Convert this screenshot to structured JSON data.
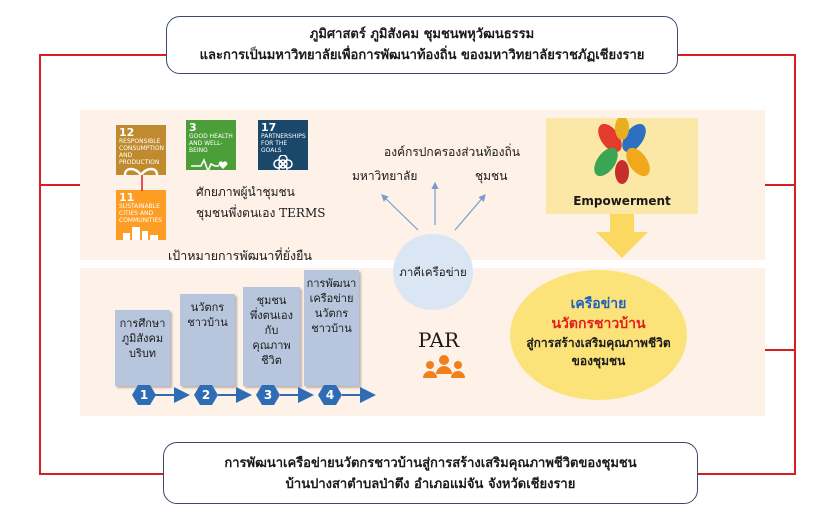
{
  "title_box": {
    "line1": "ภูมิศาสตร์ ภูมิสังคม ชุมชนพหุวัฒนธรรม",
    "line2": "และการเป็นมหาวิทยาลัยเพื่อการพัฒนาท้องถิ่น ของมหาวิทยาลัยราชภัฏเชียงราย"
  },
  "sdgs": [
    {
      "num": "12",
      "text": "RESPONSIBLE CONSUMPTION AND PRODUCTION",
      "color": "#bf8b2e",
      "icon": "infinity-icon"
    },
    {
      "num": "3",
      "text": "GOOD HEALTH AND WELL-BEING",
      "color": "#4c9f38",
      "icon": "heartbeat-icon"
    },
    {
      "num": "17",
      "text": "PARTNERSHIPS FOR THE GOALS",
      "color": "#19486a",
      "icon": "partnership-flower-icon"
    },
    {
      "num": "11",
      "text": "SUSTAINABLE CITIES AND COMMUNITIES",
      "color": "#fd9d24",
      "icon": "city-buildings-icon"
    }
  ],
  "potential": {
    "line1": "ศักยภาพผู้นำชุมชน",
    "line2": "ชุมชนพึ่งตนเอง TERMS"
  },
  "sdg_caption": "เป้าหมายการพัฒนาที่ยั่งยืน",
  "network": {
    "local_gov": "องค์กรปกครองส่วนท้องถิ่น",
    "university": "มหาวิทยาลัย",
    "community": "ชุมชน",
    "center": "ภาคีเครือข่าย"
  },
  "empowerment": {
    "label": "Empowerment",
    "icon": "joined-hands-icon"
  },
  "steps": [
    {
      "num": "1",
      "lines": [
        "การศึกษา",
        "ภูมิสังคม",
        "บริบท"
      ]
    },
    {
      "num": "2",
      "lines": [
        "นวัตกร",
        "ชาวบ้าน"
      ]
    },
    {
      "num": "3",
      "lines": [
        "ชุมชน",
        "พึ่งตนเอง",
        "กับ",
        "คุณภาพชีวิต"
      ]
    },
    {
      "num": "4",
      "lines": [
        "การพัฒนา",
        "เครือข่าย",
        "นวัตกร",
        "ชาวบ้าน"
      ]
    }
  ],
  "par": {
    "label": "PAR",
    "icon": "people-group-icon"
  },
  "circle": {
    "line1": "เครือข่าย",
    "line2": "นวัตกรชาวบ้าน",
    "line3": "สู่การสร้างเสริมคุณภาพชีวิต",
    "line4": "ของชุมชน"
  },
  "bottom_box": {
    "line1": "การพัฒนาเครือข่ายนวัตกรชาวบ้านสู่การสร้างเสริมคุณภาพชีวิตของชุมชน",
    "line2": "บ้านปางสาตำบลป่าตึง อำเภอแม่จัน จังหวัดเชียงราย"
  },
  "colors": {
    "red_connector": "#d42020",
    "band_bg": "#fdf1e8",
    "step_box": "#b8c6dd",
    "step_hex": "#2e6db5",
    "network_circle": "#dbe6f4",
    "goal_circle": "#fbe37a",
    "empowerment_box": "#fbe7a6",
    "circle_blue_text": "#1f5fbf",
    "circle_red_text": "#e02020",
    "par_icon": "#f07f1e"
  }
}
